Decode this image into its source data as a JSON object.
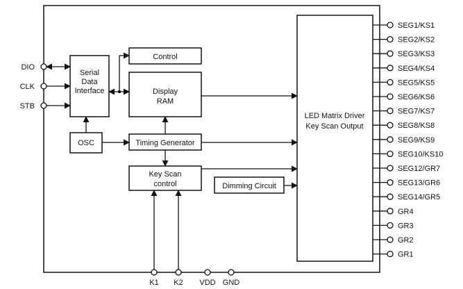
{
  "left_pins": [
    {
      "id": "dio",
      "label": "DIO"
    },
    {
      "id": "clk",
      "label": "CLK"
    },
    {
      "id": "stb",
      "label": "STB"
    }
  ],
  "blocks": {
    "serial": [
      "Serial",
      "Data",
      "Interface"
    ],
    "control": [
      "Control"
    ],
    "display_ram": [
      "Display",
      "RAM"
    ],
    "osc": [
      "OSC"
    ],
    "timing": [
      "Timing Generator"
    ],
    "keyscan": [
      "Key Scan",
      "control"
    ],
    "dimming": [
      "Dimming Circuit"
    ],
    "led_driver": [
      "LED Matrix Driver",
      "Key Scan Output"
    ]
  },
  "right_pins": [
    "SEG1/KS1",
    "SEG2/KS2",
    "SEG3/KS3",
    "SEG4/KS4",
    "SEG5/KS5",
    "SEG6/KS6",
    "SEG7/KS7",
    "SEG8/KS8",
    "SEG9/KS9",
    "SEG10/KS10",
    "SEG12/GR7",
    "SEG13/GR6",
    "SEG14/GR5",
    "GR4",
    "GR3",
    "GR2",
    "GR1"
  ],
  "bottom_pins": [
    "K1",
    "K2",
    "VDD",
    "GND"
  ]
}
